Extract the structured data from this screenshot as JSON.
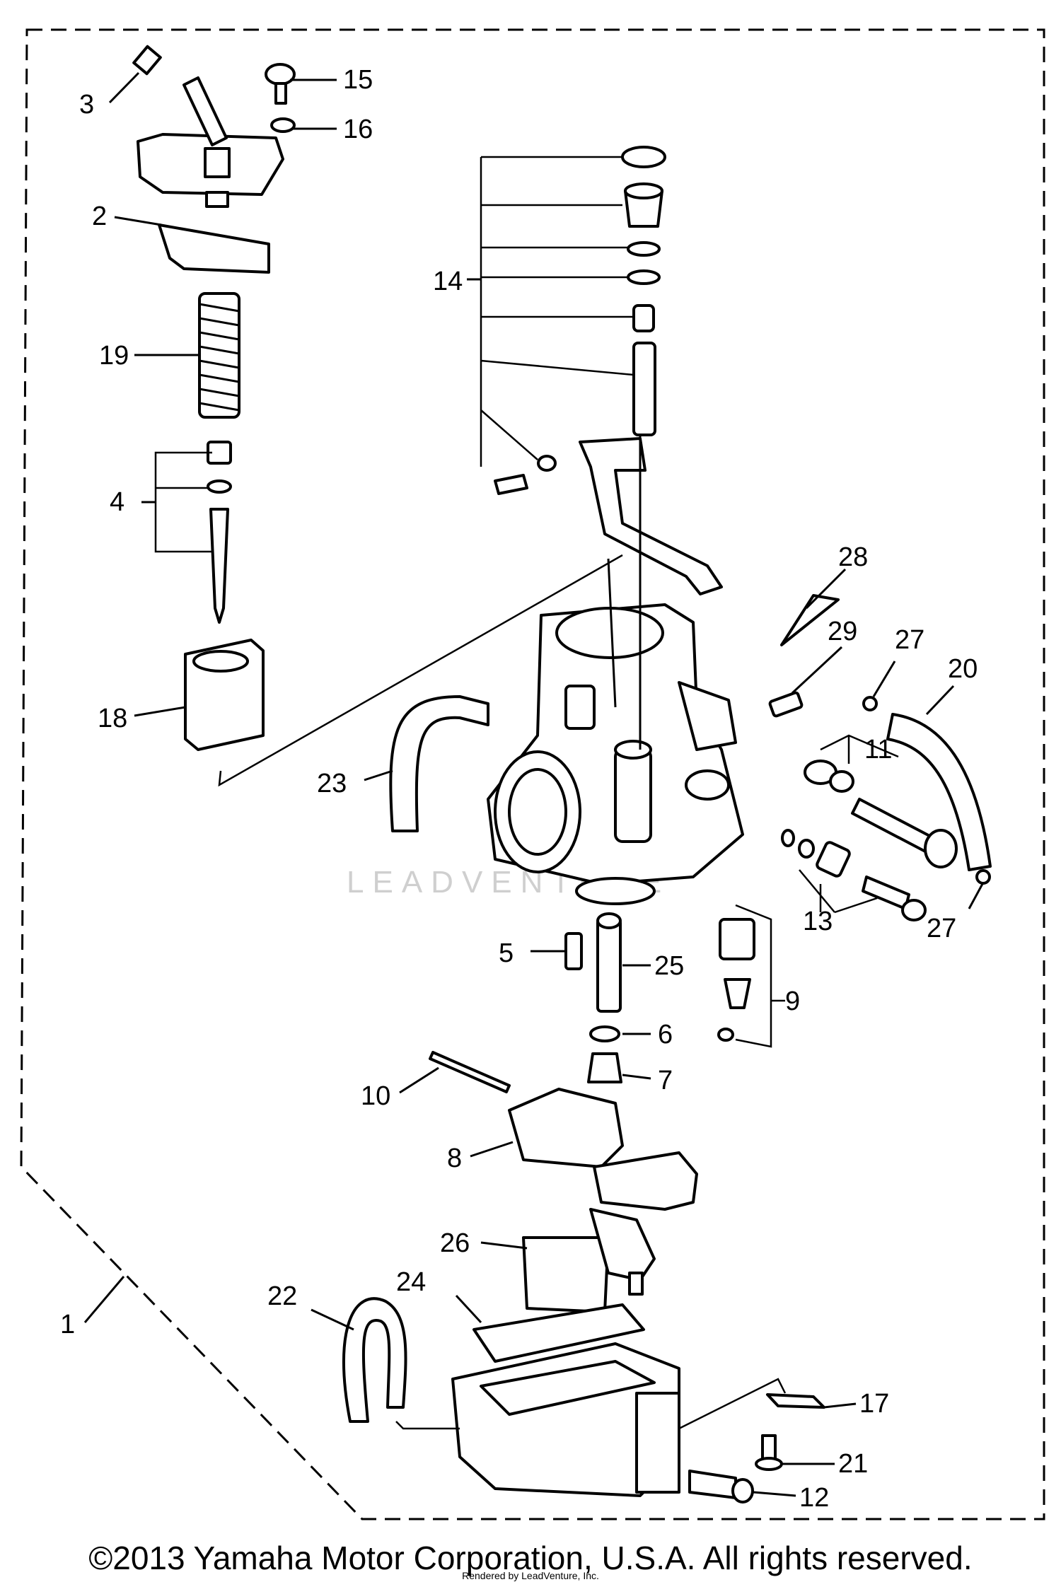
{
  "callouts": {
    "c1": "1",
    "c2": "2",
    "c3": "3",
    "c4": "4",
    "c5": "5",
    "c6": "6",
    "c7": "7",
    "c8": "8",
    "c9": "9",
    "c10": "10",
    "c11": "11",
    "c12": "12",
    "c13": "13",
    "c14": "14",
    "c15": "15",
    "c16": "16",
    "c17": "17",
    "c18": "18",
    "c19": "19",
    "c20": "20",
    "c21": "21",
    "c22": "22",
    "c23": "23",
    "c24": "24",
    "c25": "25",
    "c26": "26",
    "c27a": "27",
    "c27b": "27",
    "c28": "28",
    "c29": "29"
  },
  "watermark": "LEADVENTURE",
  "copyright": "©2013 Yamaha Motor Corporation, U.S.A. All rights reserved.",
  "rendered_by": "Rendered by LeadVenture, Inc."
}
